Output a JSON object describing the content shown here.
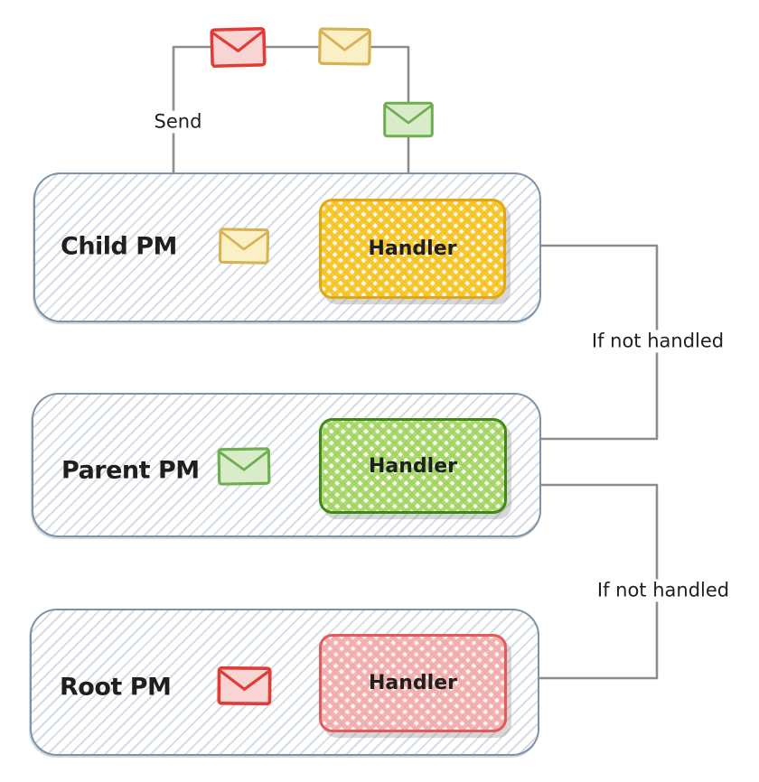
{
  "labels": {
    "send": "Send",
    "if_not_handled_top": "If not handled",
    "if_not_handled_bottom": "If not handled"
  },
  "rows": [
    {
      "name": "Child PM",
      "handler": "Handler",
      "inbox_icon": "yellow-envelope",
      "handler_color": "yellow"
    },
    {
      "name": "Parent PM",
      "handler": "Handler",
      "inbox_icon": "green-envelope",
      "handler_color": "green"
    },
    {
      "name": "Root PM",
      "handler": "Handler",
      "inbox_icon": "red-envelope",
      "handler_color": "red"
    }
  ],
  "message_queue": {
    "icons": [
      "red-envelope",
      "yellow-envelope",
      "green-envelope"
    ]
  },
  "colors": {
    "red_stroke": "#e23a34",
    "red_fill": "#f8d4d2",
    "yellow_stroke": "#d6b254",
    "yellow_fill": "#faefc5",
    "green_stroke": "#6fae4f",
    "green_fill": "#d9ecca",
    "handler_yellow_border": "#e2a712",
    "handler_yellow_fill": "#f7c426",
    "handler_green_border": "#3f8a15",
    "handler_green_fill": "#a3d462",
    "handler_red_border": "#e4595c",
    "handler_red_fill": "#f2acac",
    "container_border": "#7d93a8",
    "container_hatch": "#aebfd0",
    "connector": "#8c8c8c",
    "text": "#1f1f1f"
  }
}
